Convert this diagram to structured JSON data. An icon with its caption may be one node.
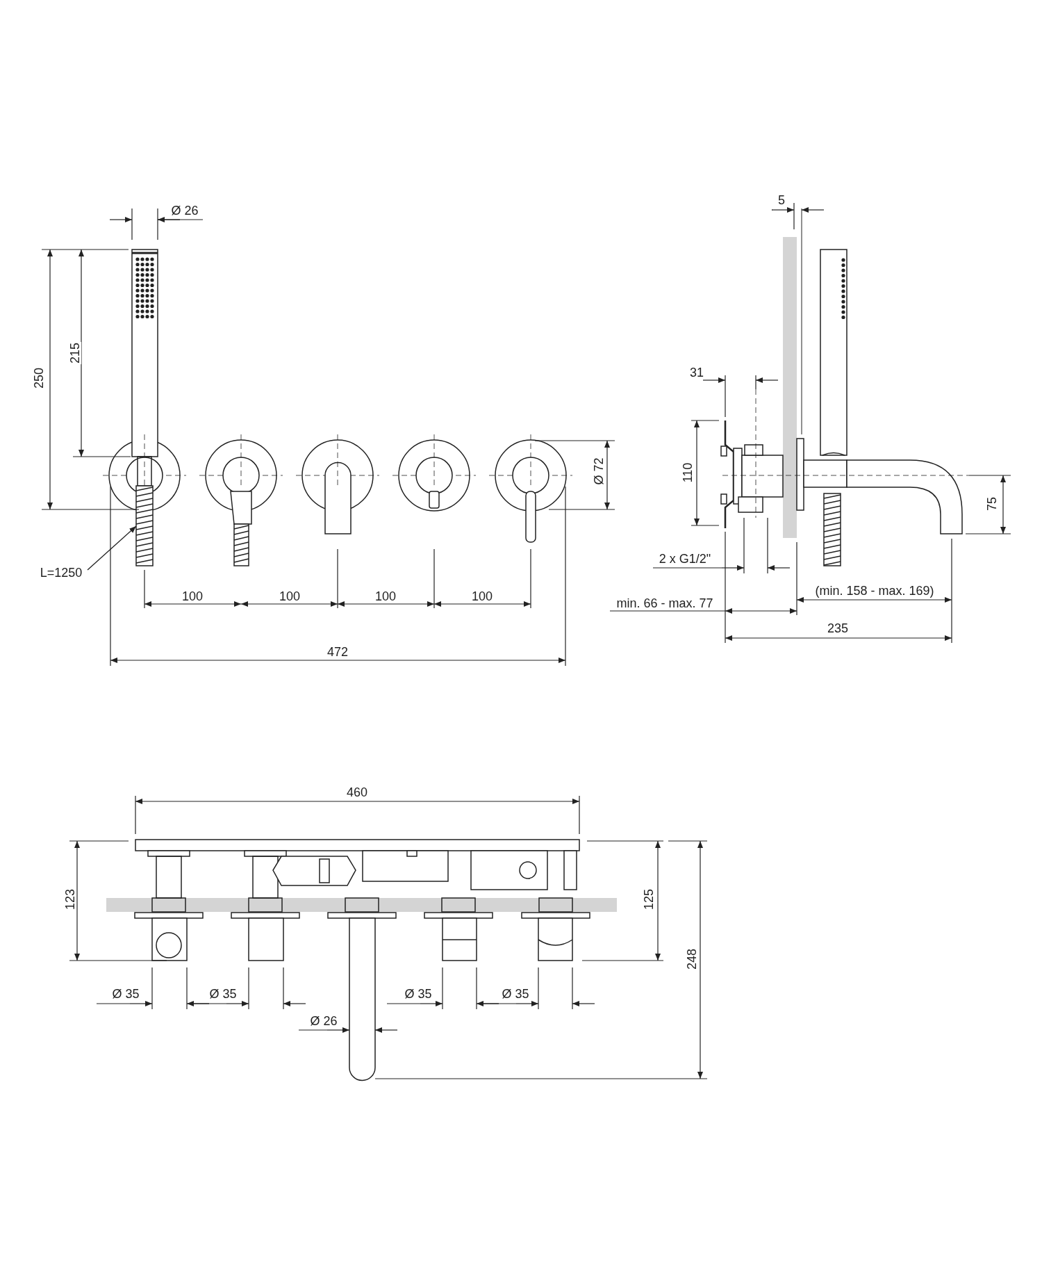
{
  "diagram": {
    "nodes": [
      {
        "text": [
          "L=1250"
        ]
      },
      {
        "text": [],
        "shape": "picture"
      }
    ],
    "edges": [
      {
        "from": 0,
        "to": 1,
        "arrow": "to"
      }
    ],
    "labels": [
      "Ø 26",
      "250",
      "215",
      "Ø 72",
      "100",
      "100",
      "100",
      "100",
      "472",
      "5",
      "31",
      "110",
      "75",
      "2 x G1/2\"",
      "min. 66 - max. 77",
      "(min. 158 - max. 169)",
      "235",
      "460",
      "123",
      "125",
      "248",
      "Ø 35",
      "Ø 35",
      "Ø 35",
      "Ø 35",
      "Ø 26"
    ]
  }
}
